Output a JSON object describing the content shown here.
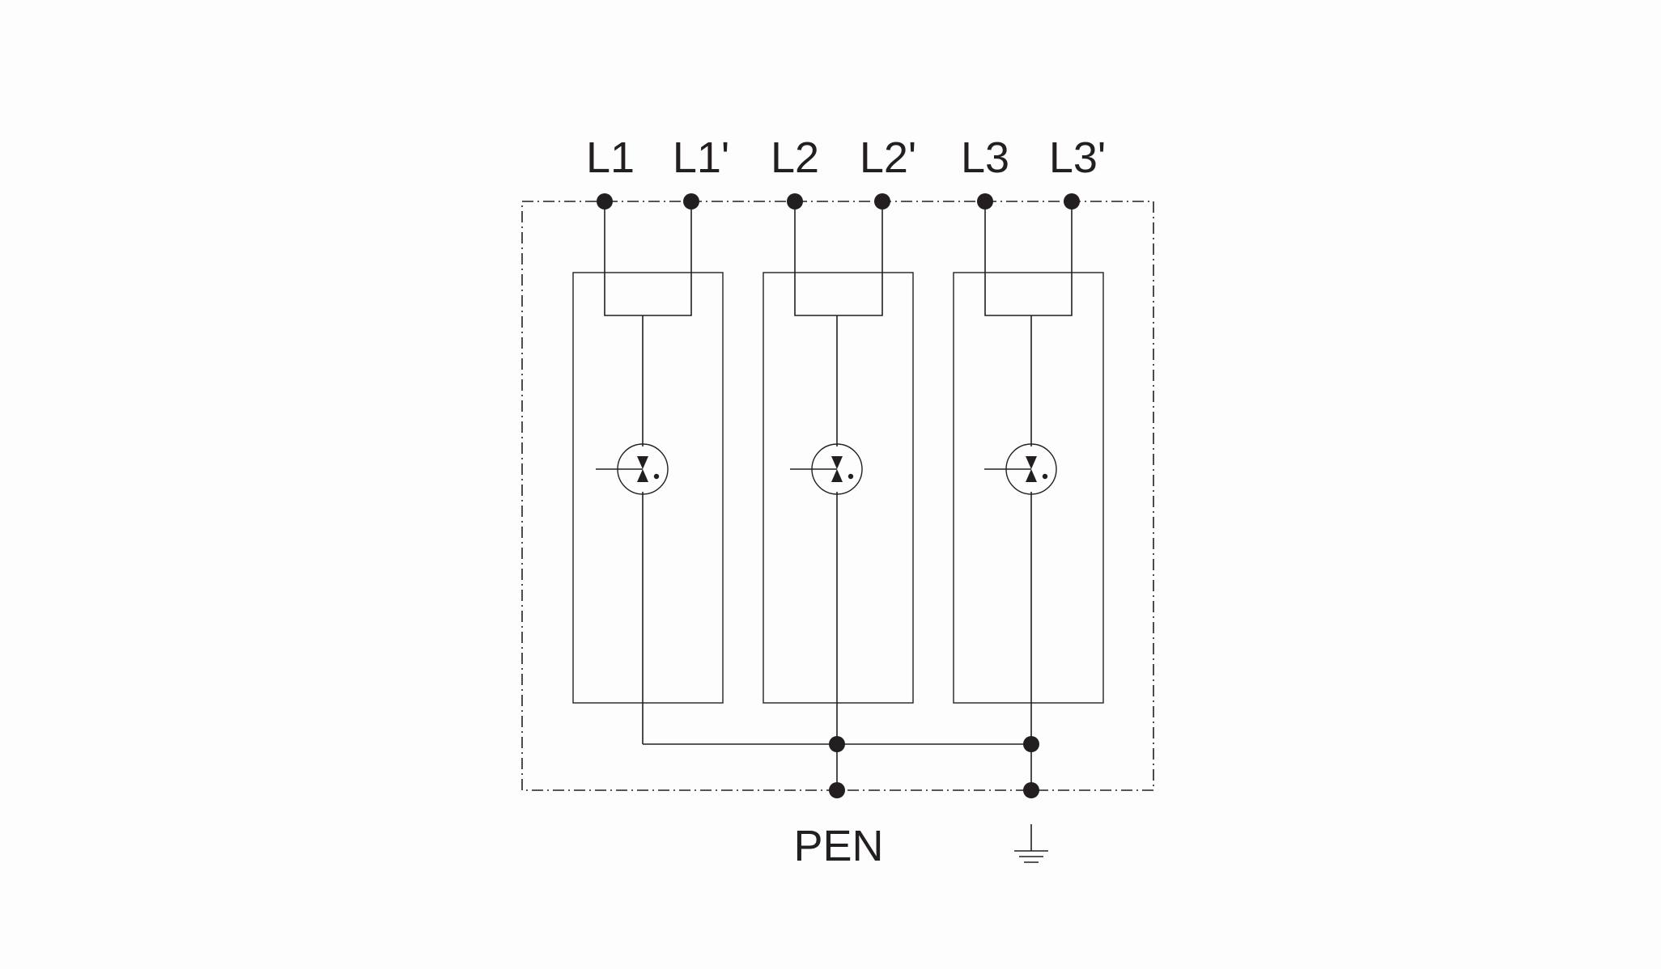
{
  "diagram": {
    "terminals_top": [
      "L1",
      "L1'",
      "L2",
      "L2'",
      "L3",
      "L3'"
    ],
    "terminal_bottom_pen": "PEN",
    "ground_symbol": "earth-ground-icon",
    "module_count": 3,
    "component_symbol": "spark-gap-arrester-icon",
    "colors": {
      "ink": "#231f20",
      "background": "#fdfdfd"
    }
  }
}
